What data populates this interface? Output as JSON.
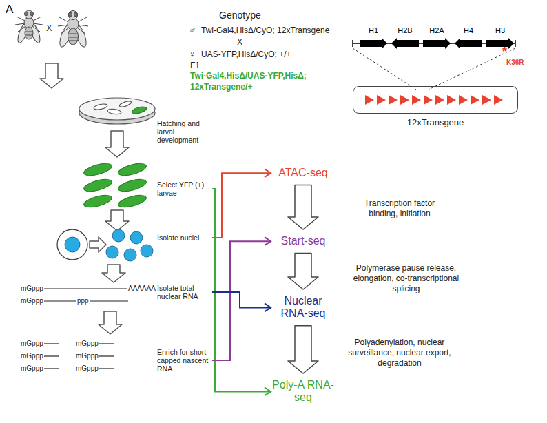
{
  "diagram": {
    "nodes": [
      {
        "text": [
          "Hatching and larval development"
        ]
      },
      {
        "text": [
          "Select YFP (+) larvae"
        ]
      },
      {
        "text": [
          "Isolate nuclei"
        ]
      },
      {
        "text": [
          "Isolate total nuclear RNA"
        ]
      },
      {
        "text": [
          "Enrich for short capped nascent RNA"
        ]
      },
      {
        "text": [
          "ATAC-seq"
        ]
      },
      {
        "text": [
          "Start-seq"
        ]
      },
      {
        "text": [
          "Nuclear RNA-seq"
        ]
      },
      {
        "text": [
          "Poly-A RNA-seq"
        ]
      },
      {
        "text": [
          "12xTransgene"
        ]
      }
    ],
    "edges": [
      {
        "from": 2,
        "to": 5,
        "arrow": "to"
      },
      {
        "from": 1,
        "to": 8,
        "arrow": "to"
      },
      {
        "from": 4,
        "to": 6,
        "arrow": "to"
      },
      {
        "from": 3,
        "to": 7,
        "arrow": "to"
      },
      {
        "from": 5,
        "to": 6,
        "arrow": "to"
      },
      {
        "from": 6,
        "to": 7,
        "arrow": "to"
      },
      {
        "from": 7,
        "to": 8,
        "arrow": "to"
      }
    ],
    "labels": [
      "A",
      "X",
      "Genotype",
      "♂",
      "Twi-Gal4,HisΔ/CyO; 12xTransgene",
      "X",
      "♀",
      "UAS-YFP,HisΔ/CyO; +/+",
      "F1",
      "Twi-Gal4,HisΔ/UAS-YFP,HisΔ;",
      "12xTransgene/+",
      "H1",
      "H2B",
      "H2A",
      "H4",
      "H3",
      "*",
      "K36R",
      "mGppp",
      "AAAAAA",
      "mGppp",
      "ppp",
      "mGppp",
      "mGppp",
      "mGppp",
      "mGppp",
      "mGppp",
      "mGppp",
      "Transcription factor binding, initiation",
      "Polymerase pause release, elongation, co-transcriptional splicing",
      "Polyadenylation, nuclear surveillance, nuclear export, degradation"
    ]
  }
}
